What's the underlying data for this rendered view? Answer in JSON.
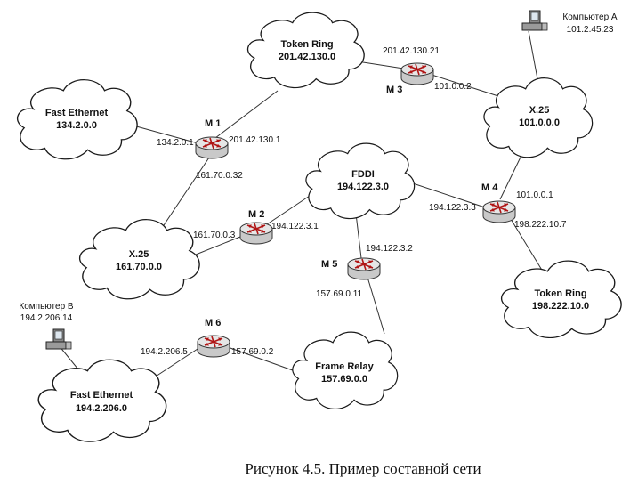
{
  "networks": {
    "token_ring_1": {
      "name": "Token Ring",
      "address": "201.42.130.0"
    },
    "fast_ethernet_1": {
      "name": "Fast Ethernet",
      "address": "134.2.0.0"
    },
    "x25_1": {
      "name": "X.25",
      "address": "101.0.0.0"
    },
    "fddi": {
      "name": "FDDI",
      "address": "194.122.3.0"
    },
    "x25_2": {
      "name": "X.25",
      "address": "161.70.0.0"
    },
    "token_ring_2": {
      "name": "Token Ring",
      "address": "198.222.10.0"
    },
    "fast_ethernet_2": {
      "name": "Fast Ethernet",
      "address": "194.2.206.0"
    },
    "frame_relay": {
      "name": "Frame Relay",
      "address": "157.69.0.0"
    }
  },
  "routers": {
    "m1": {
      "label": "M 1",
      "addresses": [
        "134.2.0.1",
        "201.42.130.1",
        "161.70.0.32"
      ]
    },
    "m2": {
      "label": "M 2",
      "addresses": [
        "161.70.0.3",
        "194.122.3.1"
      ]
    },
    "m3": {
      "label": "M 3",
      "addresses": [
        "201.42.130.21",
        "101.0.0.2"
      ]
    },
    "m4": {
      "label": "M 4",
      "addresses": [
        "101.0.0.1",
        "194.122.3.3",
        "198.222.10.7"
      ]
    },
    "m5": {
      "label": "M 5",
      "addresses": [
        "194.122.3.2",
        "157.69.0.11"
      ]
    },
    "m6": {
      "label": "M 6",
      "addresses": [
        "194.2.206.5",
        "157.69.0.2"
      ]
    }
  },
  "computers": {
    "a": {
      "label": "Компьютер A",
      "address": "101.2.45.23"
    },
    "b": {
      "label": "Компьютер B",
      "address": "194.2.206.14"
    }
  },
  "caption": "Рисунок 4.5. Пример составной сети"
}
